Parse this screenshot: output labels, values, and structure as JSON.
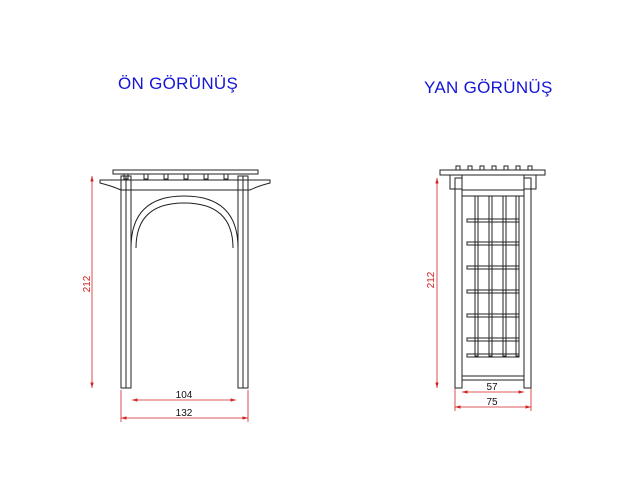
{
  "views": {
    "front": {
      "title": "ÖN GÖRÜNÜŞ",
      "height_dim": "212",
      "inner_width_dim": "104",
      "outer_width_dim": "132"
    },
    "side": {
      "title": "YAN GÖRÜNÜŞ",
      "height_dim": "212",
      "inner_width_dim": "57",
      "outer_width_dim": "75"
    }
  },
  "colors": {
    "title": "#1414d8",
    "dimension_line": "#d42020",
    "outline": "#222222"
  }
}
